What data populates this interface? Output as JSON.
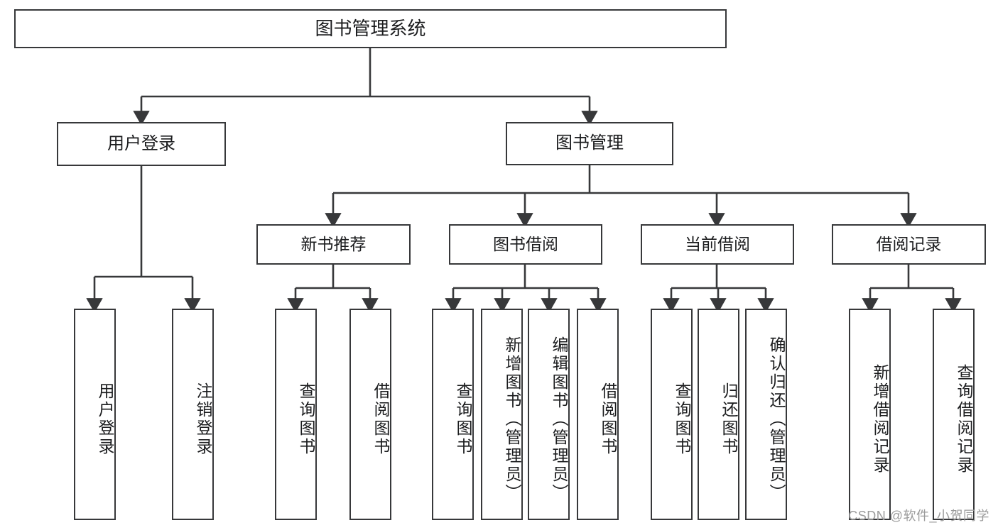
{
  "diagram": {
    "title_box": {
      "label": "图书管理系统"
    },
    "level1": [
      {
        "label": "用户登录"
      },
      {
        "label": "图书管理"
      }
    ],
    "level2": [
      {
        "label": "新书推荐"
      },
      {
        "label": "图书借阅"
      },
      {
        "label": "当前借阅"
      },
      {
        "label": "借阅记录"
      }
    ],
    "leaves": {
      "user_login": [
        {
          "label": "用户登录"
        },
        {
          "label": "注销登录"
        }
      ],
      "new_book_recommend": [
        {
          "label": "查询图书"
        },
        {
          "label": "借阅图书"
        }
      ],
      "book_borrow": [
        {
          "label": "查询图书"
        },
        {
          "label": "新增图书（管理员）"
        },
        {
          "label": "编辑图书（管理员）"
        },
        {
          "label": "借阅图书"
        }
      ],
      "current_borrow": [
        {
          "label": "查询图书"
        },
        {
          "label": "归还图书"
        },
        {
          "label": "确认归还（管理员）"
        }
      ],
      "borrow_record": [
        {
          "label": "新增借阅记录"
        },
        {
          "label": "查询借阅记录"
        }
      ]
    }
  },
  "watermark": {
    "text": "CSDN @软件_小贺同学"
  },
  "colors": {
    "stroke": "#37383a",
    "text": "#1b1c1e",
    "background": "#ffffff",
    "watermark": "#9b9b9b"
  }
}
